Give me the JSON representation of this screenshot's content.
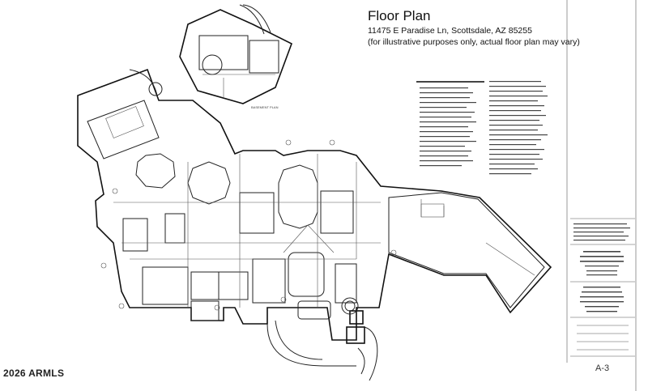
{
  "header": {
    "title": "Floor Plan",
    "address": "11475 E Paradise Ln, Scottsdale, AZ 85255",
    "disclaimer": "(for illustrative purposes only, actual floor plan may vary)"
  },
  "footer": {
    "copyright": "2026 ARMLS",
    "sheet_number": "A-3"
  },
  "colors": {
    "ink": "#111111",
    "paper": "#ffffff"
  }
}
